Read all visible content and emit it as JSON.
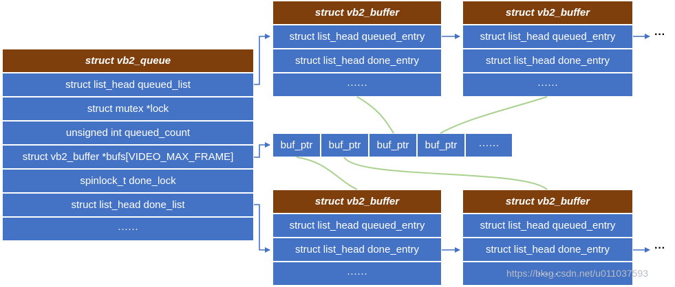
{
  "queue": {
    "title": "struct vb2_queue",
    "fields": [
      "struct list_head  queued_list",
      "struct mutex  *lock",
      "unsigned int  queued_count",
      "struct vb2_buffer  *bufs[VIDEO_MAX_FRAME]",
      "spinlock_t  done_lock",
      "struct list_head  done_list",
      "······"
    ]
  },
  "buffers": [
    {
      "title": "struct vb2_buffer",
      "fields": [
        "struct list_head  queued_entry",
        "struct list_head  done_entry",
        "······"
      ]
    },
    {
      "title": "struct vb2_buffer",
      "fields": [
        "struct list_head  queued_entry",
        "struct list_head  done_entry",
        "······"
      ]
    },
    {
      "title": "struct vb2_buffer",
      "fields": [
        "struct list_head  queued_entry",
        "struct list_head  done_entry",
        "······"
      ]
    },
    {
      "title": "struct vb2_buffer",
      "fields": [
        "struct list_head  queued_entry",
        "struct list_head  done_entry",
        "······"
      ]
    }
  ],
  "bufptr_array": [
    "buf_ptr",
    "buf_ptr",
    "buf_ptr",
    "buf_ptr",
    "······"
  ],
  "continuation": [
    "···",
    "···"
  ],
  "watermark": "https://blog.csdn.net/u011037593",
  "colors": {
    "header": "#7f3f0c",
    "field": "#4472c4",
    "arrow": "#4472c4",
    "link": "#a9d18e"
  }
}
